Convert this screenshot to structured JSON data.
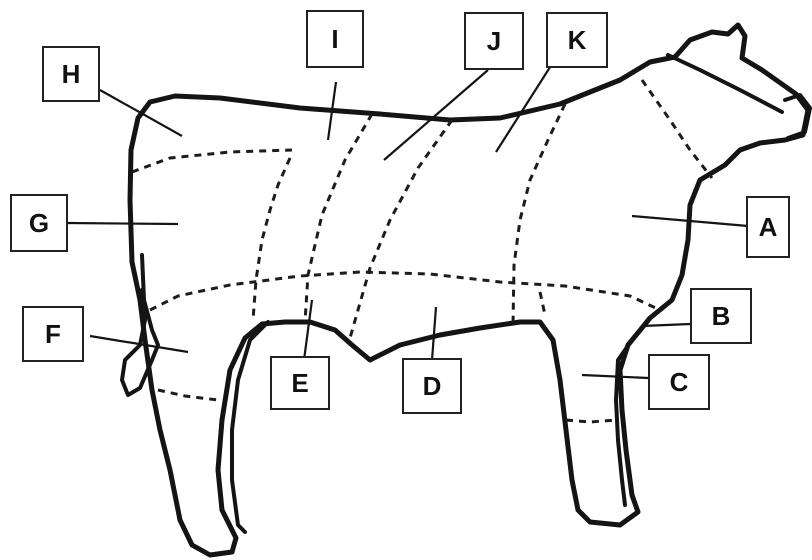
{
  "labels": {
    "a": "A",
    "b": "B",
    "c": "C",
    "d": "D",
    "e": "E",
    "f": "F",
    "g": "G",
    "h": "H",
    "i": "I",
    "j": "J",
    "k": "K"
  }
}
